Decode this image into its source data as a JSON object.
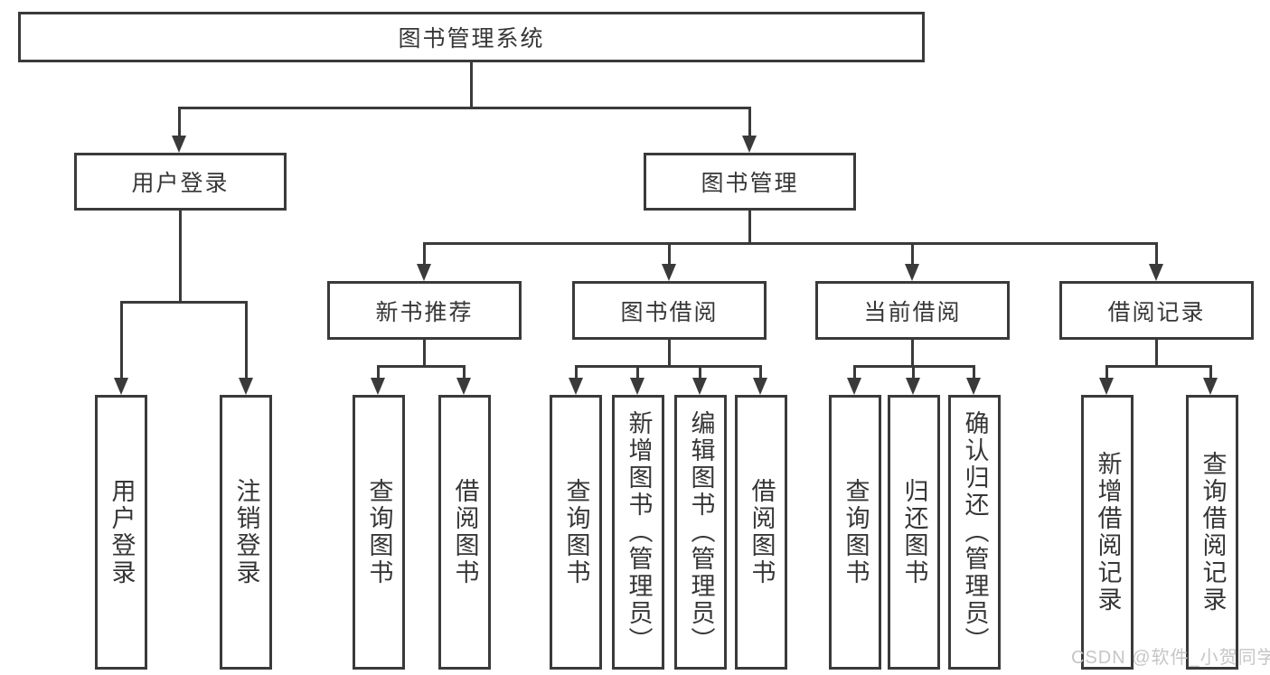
{
  "diagram": {
    "watermark": "CSDN @软件_小贺同学",
    "colors": {
      "line": "#3a3a3a",
      "text": "#363636",
      "box_background": "#ffffff",
      "watermark": "#c6c6c6"
    },
    "tree": {
      "root": {
        "label": "图书管理系统",
        "children": [
          {
            "label": "用户登录",
            "children": [
              {
                "label": "用户登录"
              },
              {
                "label": "注销登录"
              }
            ]
          },
          {
            "label": "图书管理",
            "children": [
              {
                "label": "新书推荐",
                "children": [
                  {
                    "label": "查询图书"
                  },
                  {
                    "label": "借阅图书"
                  }
                ]
              },
              {
                "label": "图书借阅",
                "children": [
                  {
                    "label": "查询图书"
                  },
                  {
                    "label": "新增图书（管理员）"
                  },
                  {
                    "label": "编辑图书（管理员）"
                  },
                  {
                    "label": "借阅图书"
                  }
                ]
              },
              {
                "label": "当前借阅",
                "children": [
                  {
                    "label": "查询图书"
                  },
                  {
                    "label": "归还图书"
                  },
                  {
                    "label": "确认归还（管理员）"
                  }
                ]
              },
              {
                "label": "借阅记录",
                "children": [
                  {
                    "label": "新增借阅记录"
                  },
                  {
                    "label": "查询借阅记录"
                  }
                ]
              }
            ]
          }
        ]
      }
    }
  }
}
